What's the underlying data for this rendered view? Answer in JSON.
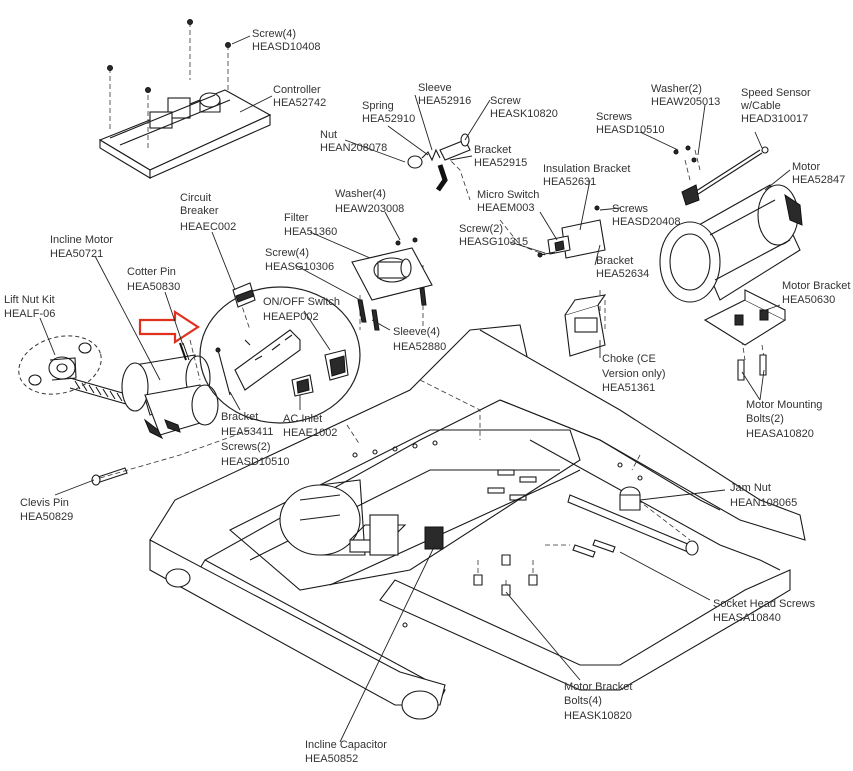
{
  "callout_color": "#e0301e",
  "labels": {
    "screw_4_top": "Screw(4)",
    "screw_4_top_pn": "HEASD10408",
    "controller": "Controller",
    "controller_pn": "HEA52742",
    "sleeve": "Sleeve",
    "sleeve_pn": "HEA52916",
    "screw_sleeve": "Screw",
    "screw_sleeve_pn": "HEASK10820",
    "spring": "Spring",
    "spring_pn": "HEA52910",
    "nut": "Nut",
    "nut_pn": "HEAN208078",
    "bracket_52915": "Bracket",
    "bracket_52915_pn": "HEA52915",
    "washer_2": "Washer(2)",
    "washer_2_pn": "HEAW205013",
    "speed_sensor_1": "Speed Sensor",
    "speed_sensor_2": "w/Cable",
    "speed_sensor_pn": "HEAD310017",
    "screws_10510": "Screws",
    "screws_10510_pn": "HEASD10510",
    "insulation_bracket": "Insulation Bracket",
    "insulation_bracket_pn": "HEA52631",
    "motor": "Motor",
    "motor_pn": "HEA52847",
    "micro_switch": "Micro Switch",
    "micro_switch_pn": "HEAEM003",
    "screws_20408": "Screws",
    "screws_20408_pn": "HEASD20408",
    "circuit_breaker_1": "Circuit",
    "circuit_breaker_2": "Breaker",
    "circuit_breaker_pn": "HEAEC002",
    "washer_4": "Washer(4)",
    "washer_4_pn": "HEAW203008",
    "filter": "Filter",
    "filter_pn": "HEA51360",
    "screw_2_mid": "Screw(2)",
    "screw_2_mid_pn": "HEASG10315",
    "bracket_52634": "Bracket",
    "bracket_52634_pn": "HEA52634",
    "incline_motor": "Incline Motor",
    "incline_motor_pn": "HEA50721",
    "screw_4_filter": "Screw(4)",
    "screw_4_filter_pn": "HEASG10306",
    "cotter_pin": "Cotter Pin",
    "cotter_pin_pn": "HEA50830",
    "motor_bracket": "Motor Bracket",
    "motor_bracket_pn": "HEA50630",
    "lift_nut_kit": "Lift Nut Kit",
    "lift_nut_kit_pn": "HEALF-06",
    "onoff_switch": "ON/OFF Switch",
    "onoff_switch_pn": "HEAEP002",
    "sleeve_4": "Sleeve(4)",
    "sleeve_4_pn": "HEA52880",
    "choke_1": "Choke (CE",
    "choke_2": "Version only)",
    "choke_pn": "HEA51361",
    "motor_mounting_1": "Motor Mounting",
    "motor_mounting_2": "Bolts(2)",
    "motor_mounting_pn": "HEASA10820",
    "bracket_53411": "Bracket",
    "bracket_53411_pn": "HEA53411",
    "ac_inlet": "AC Inlet",
    "ac_inlet_pn": "HEAE1002",
    "screws_2_bracket": "Screws(2)",
    "screws_2_bracket_pn": "HEASD10510",
    "jam_nut": "Jam Nut",
    "jam_nut_pn": "HEAN108065",
    "clevis_pin": "Clevis Pin",
    "clevis_pin_pn": "HEA50829",
    "socket_head_screws": "Socket Head Screws",
    "socket_head_screws_pn": "HEASA10840",
    "motor_bracket_bolts_1": "Motor Bracket",
    "motor_bracket_bolts_2": "Bolts(4)",
    "motor_bracket_bolts_pn": "HEASK10820",
    "incline_capacitor": "Incline Capacitor",
    "incline_capacitor_pn": "HEA50852"
  }
}
